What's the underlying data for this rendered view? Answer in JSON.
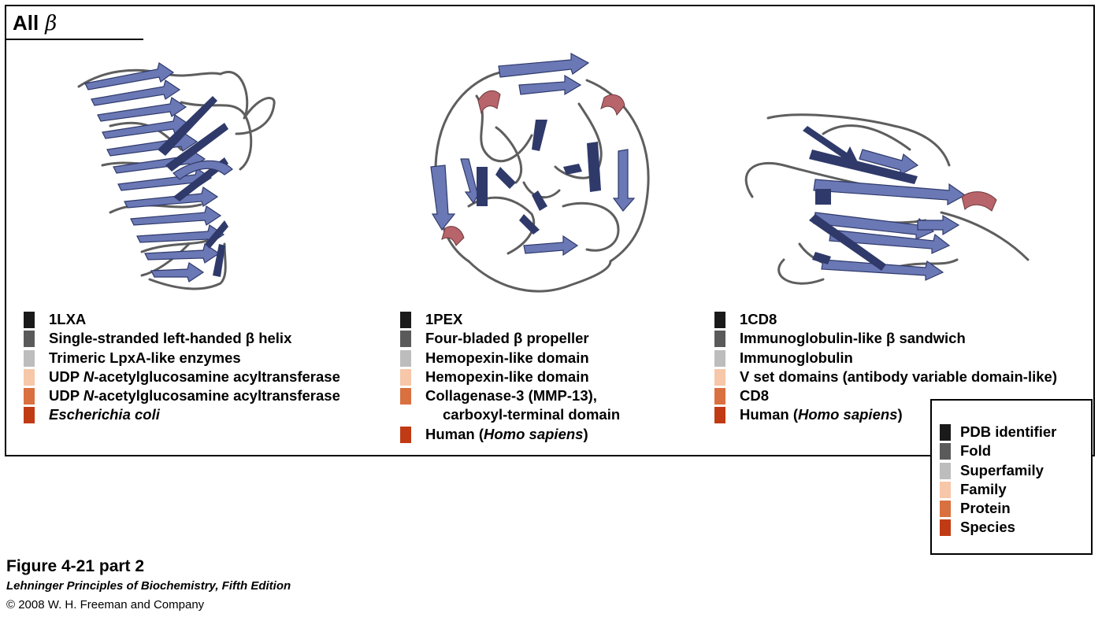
{
  "header": {
    "title_prefix": "All",
    "title_symbol": "β"
  },
  "colors": {
    "pdb": "#1a1a1a",
    "fold": "#5a5a5a",
    "superfamily": "#bdbdbd",
    "family": "#f6c7a8",
    "protein": "#d9703f",
    "species": "#c03a14",
    "strand": "#6b78b6",
    "strand_dark": "#2f3a6a",
    "helix": "#b7646a",
    "coil": "#5e5e5e"
  },
  "entries": [
    {
      "pdb": "1LXA",
      "fold": "Single-stranded left-handed β helix",
      "superfamily": "Trimeric LpxA-like enzymes",
      "family_a": "UDP ",
      "family_i": "N",
      "family_b": "-acetylglucosamine acyltransferase",
      "protein_a": "UDP ",
      "protein_i": "N",
      "protein_b": "-acetylglucosamine acyltransferase",
      "species": "Escherichia coli"
    },
    {
      "pdb": "1PEX",
      "fold": "Four-bladed β propeller",
      "superfamily": "Hemopexin-like domain",
      "family": "Hemopexin-like domain",
      "protein_line1": "Collagenase-3 (MMP-13),",
      "protein_line2": "carboxyl-terminal domain",
      "species_a": "Human (",
      "species_i": "Homo sapiens",
      "species_b": ")"
    },
    {
      "pdb": "1CD8",
      "fold": "Immunoglobulin-like β sandwich",
      "superfamily": "Immunoglobulin",
      "family": "V set domains (antibody variable domain-like)",
      "protein": "CD8",
      "species_a": "Human (",
      "species_i": "Homo sapiens",
      "species_b": ")"
    }
  ],
  "legend": {
    "pdb": "PDB identifier",
    "fold": "Fold",
    "superfamily": "Superfamily",
    "family": "Family",
    "protein": "Protein",
    "species": "Species"
  },
  "caption": {
    "title": "Figure 4-21 part 2",
    "book": "Lehninger Principles of Biochemistry, Fifth Edition",
    "copyright": "© 2008 W. H. Freeman and Company"
  }
}
